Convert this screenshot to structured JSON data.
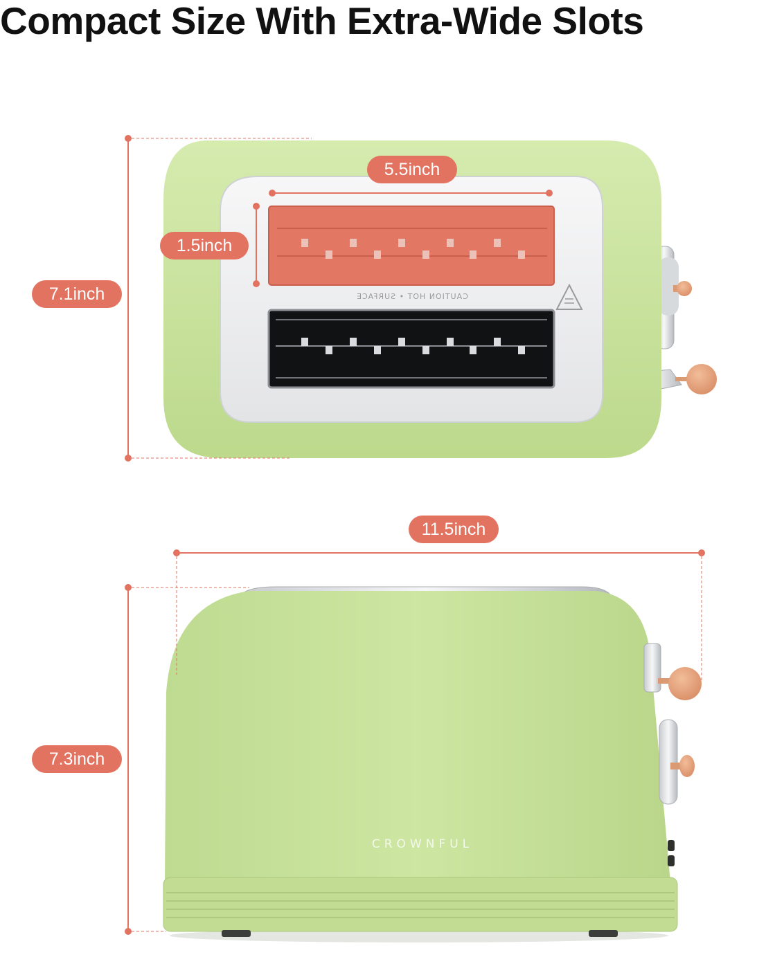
{
  "headline": "Compact Size With Extra-Wide Slots",
  "top_view": {
    "slot_length_label": "5.5inch",
    "slot_width_label": "1.5inch",
    "depth_label": "7.1inch",
    "caution_text": "CAUTION HOT • SURFACE"
  },
  "side_view": {
    "length_label": "11.5inch",
    "height_label": "7.3inch",
    "brand_text": "CROWNFUL"
  },
  "colors": {
    "body_green": "#c3de96",
    "accent_coral": "#e27360",
    "knob_wood": "#e7a37e",
    "chrome": "#e6e8ea"
  }
}
